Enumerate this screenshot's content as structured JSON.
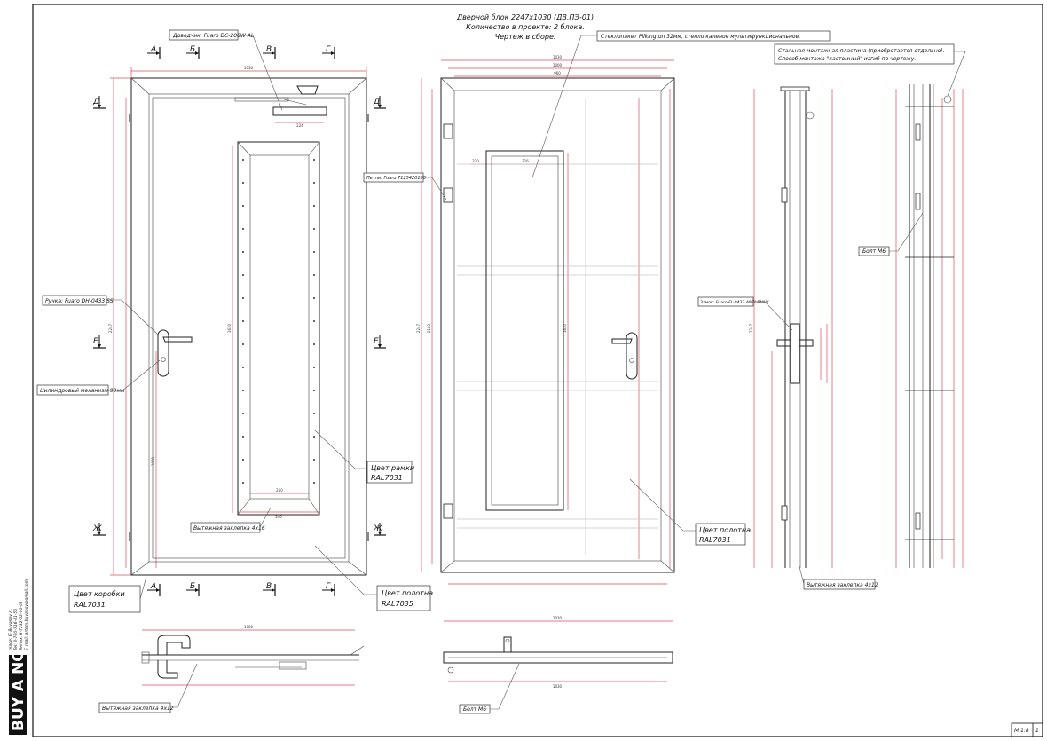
{
  "title": {
    "line1": "Дверной блок 2247х1030 (ДВ.ПЭ-01)",
    "line2": "Количество в проекте: 2 блока.",
    "line3": "Чертеж в сборе."
  },
  "labels": {
    "closer": "Доводчик: Fuaro DC-206W AL",
    "handle": "Ручка: Fuaro  DH-0433 SS",
    "cylinder": "Цилиндровый механизм 90мм",
    "frame_color_title": "Цвет коробки",
    "frame_color_value": "RAL7031",
    "leaf_color_front_title": "Цвет полотна",
    "leaf_color_front_value": "RAL7035",
    "glass_frame_title": "Цвет рамки",
    "glass_frame_value": "RAL7031",
    "rivet_4x16": "Вытяжная заклепка 4х16",
    "glazing": "Стеклопакет Pilkington 32мм, стекло каленое мультифункциональное.",
    "hinges": "Петли: Fuaro 7125420100",
    "leaf_color_back_title": "Цвет полотна",
    "leaf_color_back_value": "RAL7031",
    "lock": "Замок: Fuaro FL-0433 ANTI-PANIC",
    "rivet_4x12_side": "Вытяжная заклепка 4х12",
    "plate_line1": "Стальная монтажная пластина (приобретается отдельно).",
    "plate_line2": "Способ монтажа \"кастомный\" изгиб по чертежу.",
    "bolt_right": "Болт М6",
    "rivet_4x12_bottom": "Вытяжная заклепка 4х12",
    "bolt_bottom": "Болт М6"
  },
  "sections": {
    "a": "А",
    "b": "Б",
    "v": "В",
    "g": "Г",
    "d": "Д",
    "e": "Е",
    "zh": "Ж"
  },
  "dimensions": {
    "width": "1030",
    "height": "2247",
    "inner_width": "1000",
    "clear_width": "960",
    "glass_width": "250",
    "glass_frame_width": "340",
    "closer_width": "224",
    "handle_height": "1000",
    "glass_height": "1630",
    "leaf_height": "2183",
    "window_offset": "370",
    "window_width": "316"
  },
  "title_block": {
    "scale": "М 1:8",
    "sheet": "1"
  },
  "author": {
    "logo": "BUY A NOV",
    "made": "made: IE Buyanov A.",
    "tel": "Tel: 8-700-716-41-50",
    "fax": "Tel/fax: 8-7232-52-00-01",
    "email": "E_mail: artem.buyanov@gmail.com"
  },
  "colors": {
    "dimension": "#e04a5a",
    "outline": "#222222",
    "hidden": "#c8c8c8"
  }
}
